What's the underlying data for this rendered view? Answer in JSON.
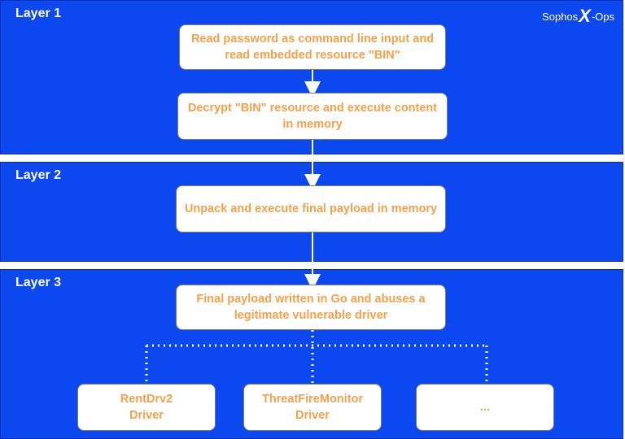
{
  "brand": {
    "name": "Sophos",
    "mark": "X",
    "suffix": "-Ops"
  },
  "layers": [
    {
      "title": "Layer 1"
    },
    {
      "title": "Layer 2"
    },
    {
      "title": "Layer 3"
    }
  ],
  "boxes": {
    "read_password": "Read password as command line input and read embedded resource \"BIN\"",
    "decrypt_bin": "Decrypt \"BIN\" resource and execute content in memory",
    "unpack_payload": "Unpack and execute final payload in memory",
    "final_payload": "Final payload written in Go and abuses a legitimate vulnerable driver",
    "driver_rentdrv2": "RentDrv2 Driver",
    "driver_threatfire": "ThreatFireMonitor Driver",
    "driver_more": "..."
  },
  "colors": {
    "layer_bg": "#0b48f0",
    "box_text": "#f5a04a",
    "connector": "#ffffff"
  }
}
